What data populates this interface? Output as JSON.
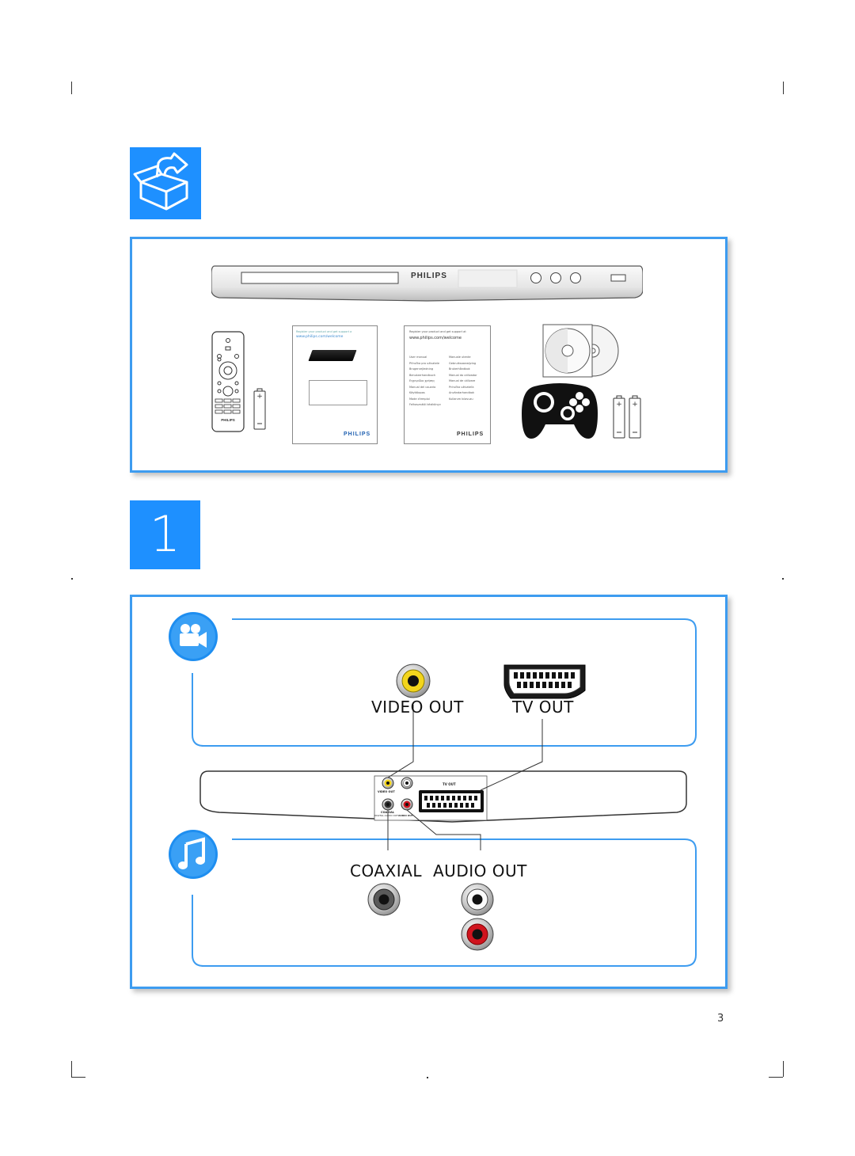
{
  "brand": {
    "logo_text": "PHILIPS",
    "url": "www.philips.com/welcome",
    "register_text": "Register your product and get support at"
  },
  "box_section": {
    "icon": "box-contents-icon",
    "color": "#1e90ff"
  },
  "step": {
    "number": "1"
  },
  "manual_languages_left": [
    "User manual",
    "Příručka pro uživatele",
    "Brugervejledning",
    "Benutzerhandbuch",
    "Εγχειρίδιο χρήσης",
    "Manual del usuario",
    "Käyttöopas",
    "Mode d'emploi",
    "Felhasználói kézikönyv"
  ],
  "manual_languages_right": [
    "Manuale utente",
    "Gebruiksaanwijzing",
    "Brukerhåndbok",
    "Manual do utilizador",
    "Manual de utilizare",
    "Príručka užívateľa",
    "Användarhandbok",
    "Kullanım kılavuzu"
  ],
  "connections": {
    "video_icon": "video-camera-icon",
    "audio_icon": "music-note-icon",
    "video_out_label": "VIDEO OUT",
    "tv_out_label": "TV OUT",
    "coaxial_label": "COAXIAL",
    "audio_out_label": "AUDIO OUT",
    "rear_tv_out": "TV OUT",
    "rear_video_out": "VIDEO OUT",
    "rear_coaxial": "COAXIAL",
    "rear_audio_out": "AUDIO OUT",
    "rear_digital": "DIGITAL AUDIO OUT"
  },
  "page_number": "3"
}
